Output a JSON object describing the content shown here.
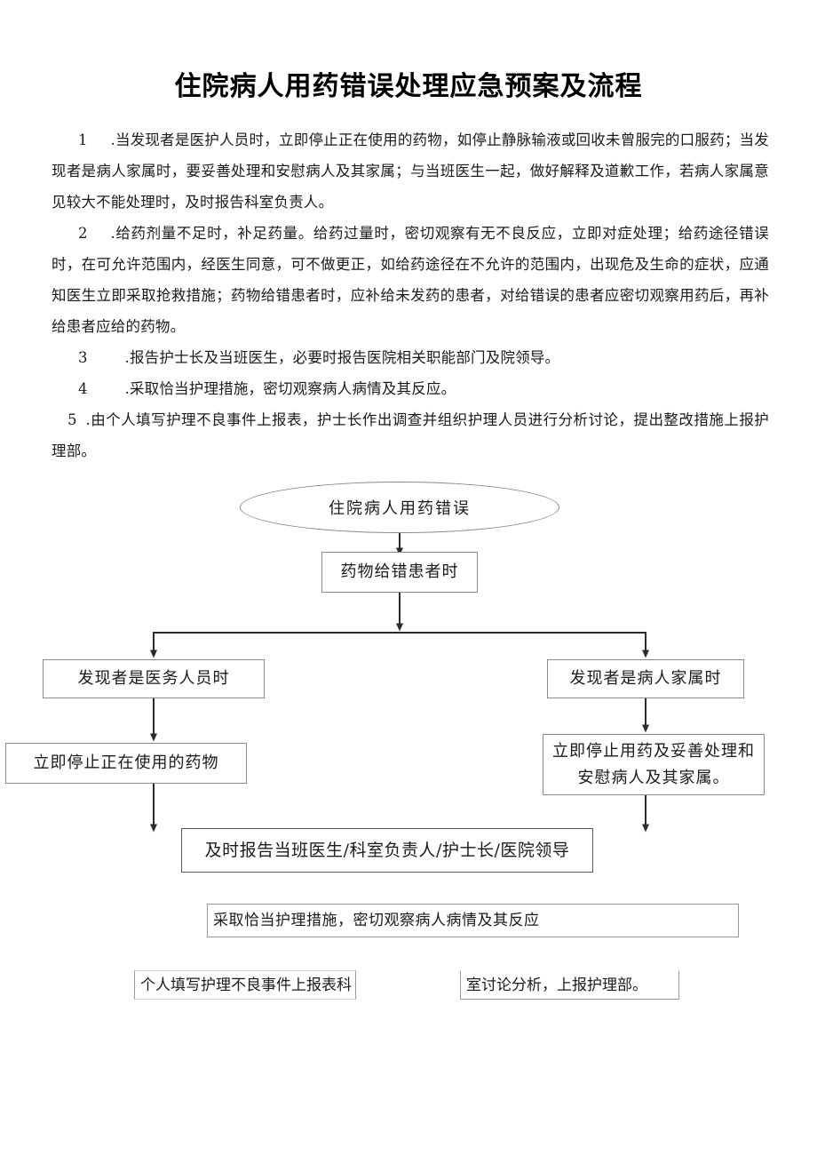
{
  "document": {
    "title": "住院病人用药错误处理应急预案及流程"
  },
  "paragraphs": [
    {
      "number": "1",
      "separator": ".",
      "text": "当发现者是医护人员时，立即停止正在使用的药物，如停止静脉输液或回收未曾服完的口服药；当发现者是病人家属时，要妥善处理和安慰病人及其家属；与当班医生一起，做好解释及道歉工作，若病人家属意见较大不能处理时，及时报告科室负责人。"
    },
    {
      "number": "2",
      "separator": ".",
      "text": "给药剂量不足时，补足药量。给药过量时，密切观察有无不良反应，立即对症处理；给药途径错误时，在可允许范围内，经医生同意，可不做更正，如给药途径在不允许的范围内，出现危及生命的症状，应通知医生立即采取抢救措施；药物给错患者时，应补给未发药的患者，对给错误的患者应密切观察用药后，再补给患者应给的药物。"
    },
    {
      "number": "3",
      "separator": ".",
      "text": "报告护士长及当班医生，必要时报告医院相关职能部门及院领导。"
    },
    {
      "number": "4",
      "separator": ".",
      "text": "采取恰当护理措施，密切观察病人病情及其反应。"
    },
    {
      "number": "5",
      "separator": ".",
      "text": "由个人填写护理不良事件上报表，护士长作出调查并组织护理人员进行分析讨论，提出整改措施上报护理部。"
    }
  ],
  "flowchart": {
    "start": "住院病人用药错误",
    "step_wrong_patient": "药物给错患者时",
    "branch_left": "发现者是医务人员时",
    "branch_right": "发现者是病人家属时",
    "action_left": "立即停止正在使用的药物",
    "action_right_line1": "立即停止用药及妥善处理和",
    "action_right_line2": "安慰病人及其家属。",
    "report": "及时报告当班医生/科室负责人/护士长/医院领导",
    "nursing_measures": "采取恰当护理措施，密切观察病人病情及其反应",
    "bottom_left": "个人填写护理不良事件上报表科",
    "bottom_right": "室讨论分析，上报护理部。"
  },
  "colors": {
    "text": "#1a1a1a",
    "border": "#8a8a8a",
    "border_heavy": "#5a5a5a",
    "arrow": "#2b2b2b",
    "background": "#ffffff"
  }
}
